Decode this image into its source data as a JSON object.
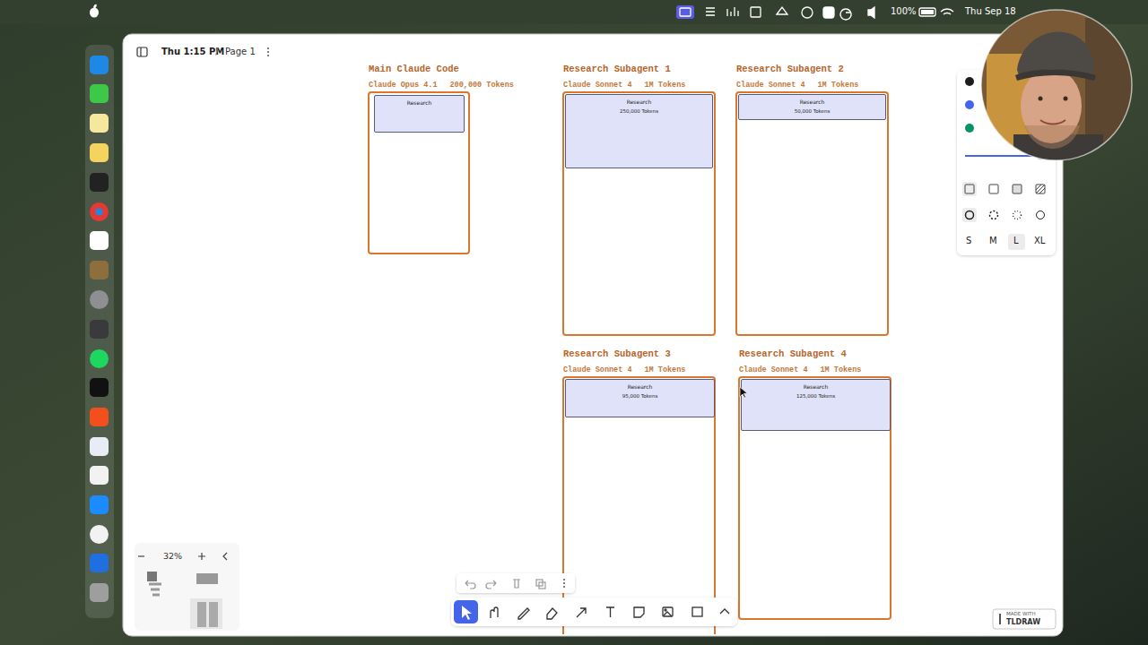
{
  "diagram": {
    "nodes": [
      {
        "text": [
          "Main Claude Code",
          "Claude Opus 4.1",
          "200,000 Tokens"
        ]
      },
      {
        "text": [
          "Research"
        ],
        "in": 0
      },
      {
        "text": [
          "Research Subagent 1",
          "Claude Sonnet 4",
          "1M Tokens"
        ]
      },
      {
        "text": [
          "Research",
          "250,000 Tokens"
        ],
        "in": 2
      },
      {
        "text": [
          "Research Subagent 2",
          "Claude Sonnet 4",
          "1M Tokens"
        ]
      },
      {
        "text": [
          "Research",
          "50,000 Tokens"
        ],
        "in": 4
      },
      {
        "text": [
          "Research Subagent 3",
          "Claude Sonnet 4",
          "1M Tokens"
        ]
      },
      {
        "text": [
          "Research",
          "95,000 Tokens"
        ],
        "in": 6
      },
      {
        "text": [
          "Research Subagent 4",
          "Claude Sonnet 4",
          "1M Tokens"
        ]
      },
      {
        "text": [
          "Research",
          "125,000 Tokens"
        ],
        "in": 8
      }
    ],
    "labels": [
      "Thu Sep 18",
      "100%",
      "Thu 1:15 PM",
      "/",
      "Page 1",
      "S",
      "M",
      "L",
      "XL",
      "32%",
      "MADE WITH",
      "TLDRAW"
    ]
  }
}
